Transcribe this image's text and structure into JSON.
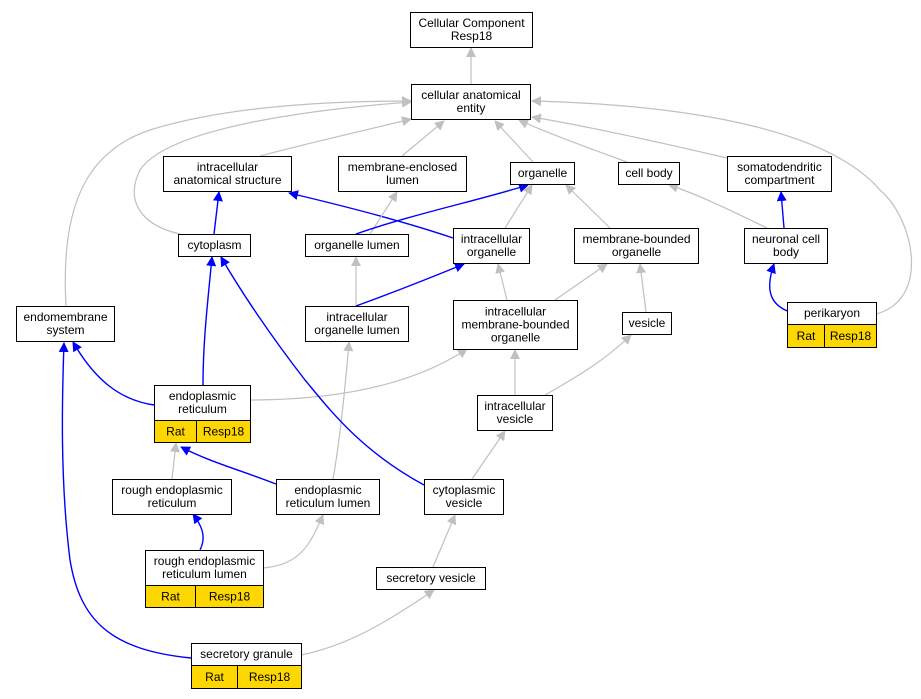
{
  "colors": {
    "gray_edge": "#c0c0c0",
    "blue_edge": "#0000ff",
    "annot_fill": "#ffd700",
    "node_stroke": "#000000"
  },
  "nodes": [
    {
      "id": "root",
      "lines": [
        "Cellular Component",
        "Resp18"
      ]
    },
    {
      "id": "cae",
      "lines": [
        "cellular anatomical",
        "entity"
      ]
    },
    {
      "id": "ias",
      "lines": [
        "intracellular",
        "anatomical structure"
      ]
    },
    {
      "id": "mel",
      "lines": [
        "membrane-enclosed",
        "lumen"
      ]
    },
    {
      "id": "org",
      "lines": [
        "organelle"
      ]
    },
    {
      "id": "cb",
      "lines": [
        "cell body"
      ]
    },
    {
      "id": "sdc",
      "lines": [
        "somatodendritic",
        "compartment"
      ]
    },
    {
      "id": "cyt",
      "lines": [
        "cytoplasm"
      ]
    },
    {
      "id": "ol",
      "lines": [
        "organelle lumen"
      ]
    },
    {
      "id": "io",
      "lines": [
        "intracellular",
        "organelle"
      ]
    },
    {
      "id": "mbo",
      "lines": [
        "membrane-bounded",
        "organelle"
      ]
    },
    {
      "id": "ncb",
      "lines": [
        "neuronal cell",
        "body"
      ]
    },
    {
      "id": "peri",
      "lines": [
        "perikaryon"
      ],
      "annot": [
        "Rat",
        "Resp18"
      ]
    },
    {
      "id": "ems",
      "lines": [
        "endomembrane",
        "system"
      ]
    },
    {
      "id": "iol",
      "lines": [
        "intracellular",
        "organelle lumen"
      ]
    },
    {
      "id": "imbo",
      "lines": [
        "intracellular",
        "membrane-bounded",
        "organelle"
      ]
    },
    {
      "id": "ves",
      "lines": [
        "vesicle"
      ]
    },
    {
      "id": "er",
      "lines": [
        "endoplasmic",
        "reticulum"
      ],
      "annot": [
        "Rat",
        "Resp18"
      ]
    },
    {
      "id": "iv",
      "lines": [
        "intracellular",
        "vesicle"
      ]
    },
    {
      "id": "rer",
      "lines": [
        "rough endoplasmic",
        "reticulum"
      ]
    },
    {
      "id": "erl",
      "lines": [
        "endoplasmic",
        "reticulum lumen"
      ]
    },
    {
      "id": "cv",
      "lines": [
        "cytoplasmic",
        "vesicle"
      ]
    },
    {
      "id": "rerl",
      "lines": [
        "rough endoplasmic",
        "reticulum lumen"
      ],
      "annot": [
        "Rat",
        "Resp18"
      ]
    },
    {
      "id": "sv",
      "lines": [
        "secretory vesicle"
      ]
    },
    {
      "id": "sg",
      "lines": [
        "secretory granule"
      ],
      "annot": [
        "Rat",
        "Resp18"
      ]
    }
  ],
  "edges": [
    {
      "from": "cae",
      "to": "root",
      "color": "gray"
    },
    {
      "from": "ias",
      "to": "cae",
      "color": "gray"
    },
    {
      "from": "mel",
      "to": "cae",
      "color": "gray"
    },
    {
      "from": "org",
      "to": "cae",
      "color": "gray"
    },
    {
      "from": "cb",
      "to": "cae",
      "color": "gray"
    },
    {
      "from": "sdc",
      "to": "cae",
      "color": "gray"
    },
    {
      "from": "cyt",
      "to": "cae",
      "color": "gray"
    },
    {
      "from": "ems",
      "to": "cae",
      "color": "gray"
    },
    {
      "from": "peri",
      "to": "cae",
      "color": "gray"
    },
    {
      "from": "cyt",
      "to": "ias",
      "color": "blue"
    },
    {
      "from": "io",
      "to": "ias",
      "color": "blue"
    },
    {
      "from": "ol",
      "to": "mel",
      "color": "gray"
    },
    {
      "from": "ol",
      "to": "org",
      "color": "blue"
    },
    {
      "from": "io",
      "to": "org",
      "color": "gray"
    },
    {
      "from": "mbo",
      "to": "org",
      "color": "gray"
    },
    {
      "from": "ncb",
      "to": "cb",
      "color": "gray"
    },
    {
      "from": "ncb",
      "to": "sdc",
      "color": "blue"
    },
    {
      "from": "peri",
      "to": "ncb",
      "color": "blue"
    },
    {
      "from": "iol",
      "to": "ol",
      "color": "gray"
    },
    {
      "from": "iol",
      "to": "io",
      "color": "blue"
    },
    {
      "from": "imbo",
      "to": "io",
      "color": "gray"
    },
    {
      "from": "imbo",
      "to": "mbo",
      "color": "gray"
    },
    {
      "from": "ves",
      "to": "mbo",
      "color": "gray"
    },
    {
      "from": "er",
      "to": "cyt",
      "color": "blue"
    },
    {
      "from": "er",
      "to": "ems",
      "color": "blue"
    },
    {
      "from": "er",
      "to": "imbo",
      "color": "gray"
    },
    {
      "from": "iv",
      "to": "imbo",
      "color": "gray"
    },
    {
      "from": "iv",
      "to": "ves",
      "color": "gray"
    },
    {
      "from": "rer",
      "to": "er",
      "color": "gray"
    },
    {
      "from": "erl",
      "to": "er",
      "color": "blue"
    },
    {
      "from": "erl",
      "to": "iol",
      "color": "gray"
    },
    {
      "from": "cv",
      "to": "cyt",
      "color": "blue"
    },
    {
      "from": "cv",
      "to": "iv",
      "color": "gray"
    },
    {
      "from": "rerl",
      "to": "rer",
      "color": "blue"
    },
    {
      "from": "rerl",
      "to": "erl",
      "color": "gray"
    },
    {
      "from": "sv",
      "to": "cv",
      "color": "gray"
    },
    {
      "from": "sg",
      "to": "sv",
      "color": "gray"
    },
    {
      "from": "sg",
      "to": "ems",
      "color": "blue"
    }
  ]
}
